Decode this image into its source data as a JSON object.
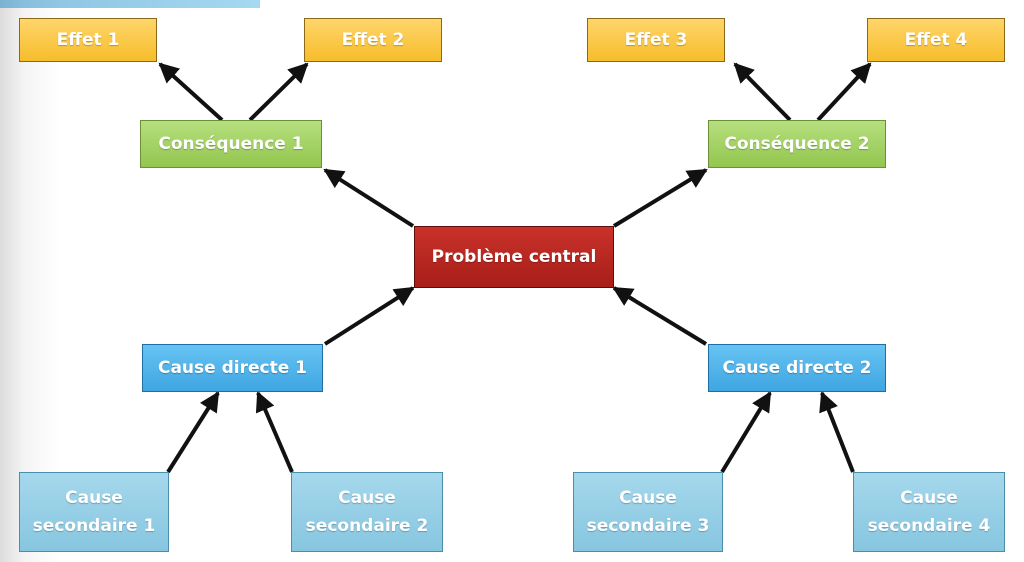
{
  "nodes": {
    "effet1": "Effet 1",
    "effet2": "Effet 2",
    "effet3": "Effet 3",
    "effet4": "Effet 4",
    "consequence1": "Conséquence 1",
    "consequence2": "Conséquence 2",
    "central": "Problème central",
    "cause_directe1": "Cause directe 1",
    "cause_directe2": "Cause directe 2",
    "cause_secondaire1": [
      "Cause",
      "secondaire 1"
    ],
    "cause_secondaire2": [
      "Cause",
      "secondaire 2"
    ],
    "cause_secondaire3": [
      "Cause",
      "secondaire 3"
    ],
    "cause_secondaire4": [
      "Cause",
      "secondaire 4"
    ]
  },
  "colors": {
    "effect": "#f6bd2c",
    "consequence": "#93c650",
    "central": "#a81e18",
    "direct_cause": "#3fa6e2",
    "secondary_cause": "#87c6e0",
    "arrow": "#111111"
  }
}
